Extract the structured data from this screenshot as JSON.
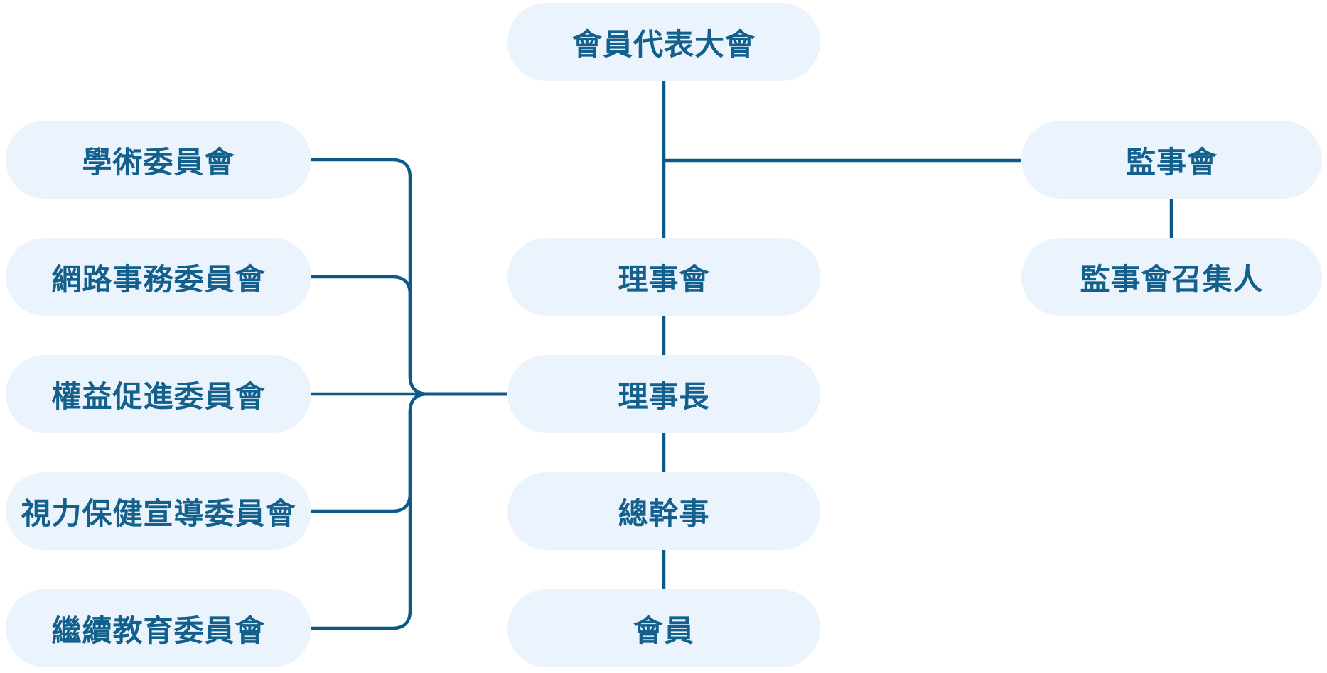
{
  "diagram": {
    "type": "org-chart",
    "nodes": {
      "assembly": {
        "label": "會員代表大會"
      },
      "academic": {
        "label": "學術委員會"
      },
      "network": {
        "label": "網路事務委員會"
      },
      "rights": {
        "label": "權益促進委員會"
      },
      "vision": {
        "label": "視力保健宣導委員會"
      },
      "education": {
        "label": "繼續教育委員會"
      },
      "board": {
        "label": "理事會"
      },
      "chairman": {
        "label": "理事長"
      },
      "secretary": {
        "label": "總幹事"
      },
      "members": {
        "label": "會員"
      },
      "supervisors": {
        "label": "監事會"
      },
      "convener": {
        "label": "監事會召集人"
      }
    },
    "edges": [
      {
        "from": "assembly",
        "to": "board"
      },
      {
        "from": "assembly",
        "to": "supervisors"
      },
      {
        "from": "supervisors",
        "to": "convener"
      },
      {
        "from": "board",
        "to": "chairman"
      },
      {
        "from": "chairman",
        "to": "secretary"
      },
      {
        "from": "secretary",
        "to": "members"
      },
      {
        "from": "academic",
        "to": "chairman"
      },
      {
        "from": "network",
        "to": "chairman"
      },
      {
        "from": "rights",
        "to": "chairman"
      },
      {
        "from": "vision",
        "to": "chairman"
      },
      {
        "from": "education",
        "to": "chairman"
      }
    ],
    "colors": {
      "node_fill": "#ebf4fd",
      "text": "#14608d",
      "line": "#0e5a86",
      "background": "#ffffff"
    }
  }
}
